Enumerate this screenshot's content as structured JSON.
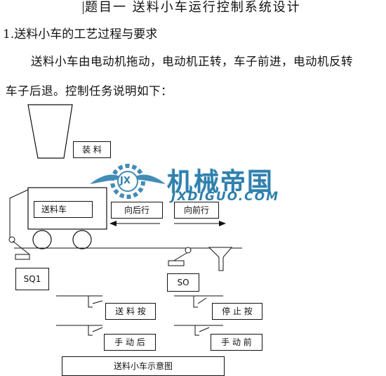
{
  "doc": {
    "title": "题目一  送料小车运行控制系统设计",
    "heading": "1.送料小车的工艺过程与要求",
    "para_line1": "送料小车由电动机拖动，电动机正转，车子前进，电动机反转",
    "para_line2": "车子后退。控制任务说明如下："
  },
  "diagram": {
    "hopper_label": "装 料",
    "cart_label": "送料车",
    "backward_label": "向后行",
    "forward_label": "向前行",
    "sq1_label": "SQ1",
    "so_label": "SO",
    "send_button": "送 料 按",
    "stop_button": "停 止 按",
    "manual_back_button": "手 动 后",
    "manual_forward_button": "手 动 前",
    "caption": "送料小车示意图"
  },
  "watermark": {
    "cn_text": "机械帝国",
    "en_text": "JXDIGUO.COM",
    "logo_text": "JX",
    "color": "#2f80ad"
  }
}
